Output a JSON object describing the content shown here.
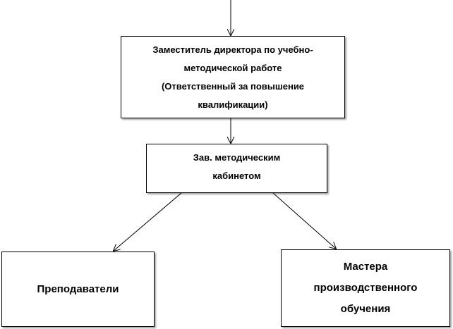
{
  "boxes": {
    "deputy": {
      "lines": [
        "Заместитель директора по учебно-",
        "методической работе",
        "(Ответственный за повышение",
        "квалификации)"
      ]
    },
    "head": {
      "lines": [
        "Зав. методическим",
        "кабинетом"
      ]
    },
    "teachers": {
      "lines": [
        "Преподаватели"
      ]
    },
    "masters": {
      "lines": [
        "Мастера",
        "производственного",
        "обучения"
      ]
    }
  },
  "colors": {
    "line": "#000000",
    "box_border": "#000000",
    "background": "#ffffff"
  }
}
